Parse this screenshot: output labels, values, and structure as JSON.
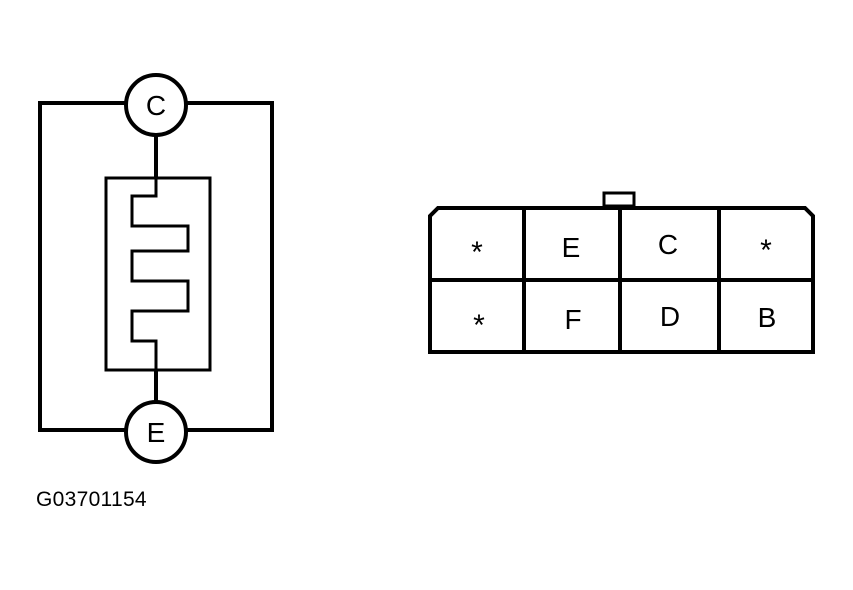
{
  "schematic": {
    "top_terminal": "C",
    "bottom_terminal": "E"
  },
  "connector": {
    "rows": [
      [
        "*",
        "E",
        "C",
        "*"
      ],
      [
        "*",
        "F",
        "D",
        "B"
      ]
    ]
  },
  "figure_code": "G03701154",
  "colors": {
    "ink": "#000000",
    "paper": "#ffffff"
  }
}
